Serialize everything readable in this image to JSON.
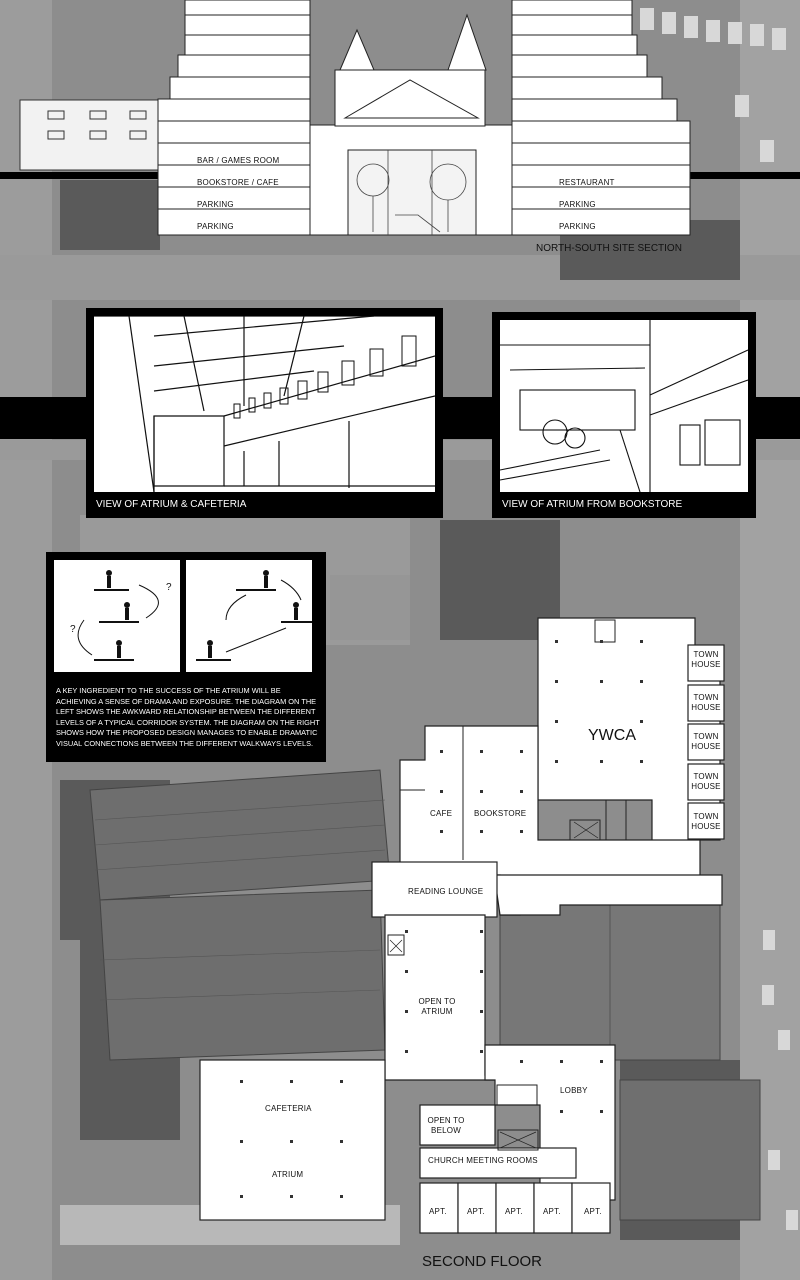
{
  "section": {
    "caption": "NORTH-SOUTH SITE SECTION",
    "left_floors": [
      "BAR / GAMES ROOM",
      "BOOKSTORE / CAFE",
      "PARKING",
      "PARKING"
    ],
    "right_floors": [
      "RESTAURANT",
      "PARKING",
      "PARKING"
    ]
  },
  "views": {
    "atrium_cafeteria": "VIEW OF ATRIUM & CAFETERIA",
    "atrium_bookstore": "VIEW OF ATRIUM FROM BOOKSTORE"
  },
  "diagram": {
    "question_mark": "?",
    "text": "A KEY INGREDIENT TO THE SUCCESS OF THE ATRIUM WILL BE ACHIEVING A SENSE OF DRAMA AND EXPOSURE.  THE DIAGRAM ON THE LEFT SHOWS THE AWKWARD RELATIONSHIP BETWEEN THE DIFFERENT LEVELS OF A TYPICAL CORRIDOR SYSTEM.  THE DIAGRAM ON THE RIGHT SHOWS HOW THE PROPOSED DESIGN MANAGES TO ENABLE DRAMATIC VISUAL CONNECTIONS BETWEEN THE DIFFERENT WALKWAYS LEVELS."
  },
  "plan": {
    "title": "SECOND FLOOR",
    "ywca": "YWCA",
    "town_house": [
      "TOWN HOUSE",
      "TOWN HOUSE",
      "TOWN HOUSE",
      "TOWN HOUSE",
      "TOWN HOUSE"
    ],
    "cafe": "CAFE",
    "bookstore": "BOOKSTORE",
    "reading_lounge": "READING LOUNGE",
    "open_to_atrium": "OPEN TO ATRIUM",
    "lobby": "LOBBY",
    "open_to_below": "OPEN TO BELOW",
    "cafeteria": "CAFETERIA",
    "atrium": "ATRIUM",
    "church_meeting_rooms": "CHURCH MEETING ROOMS",
    "apt": [
      "APT.",
      "APT.",
      "APT.",
      "APT.",
      "APT."
    ]
  },
  "colors": {
    "ground": "#8a8a8a",
    "paper": "#ffffff",
    "ink": "#111111",
    "frame": "#000000"
  }
}
